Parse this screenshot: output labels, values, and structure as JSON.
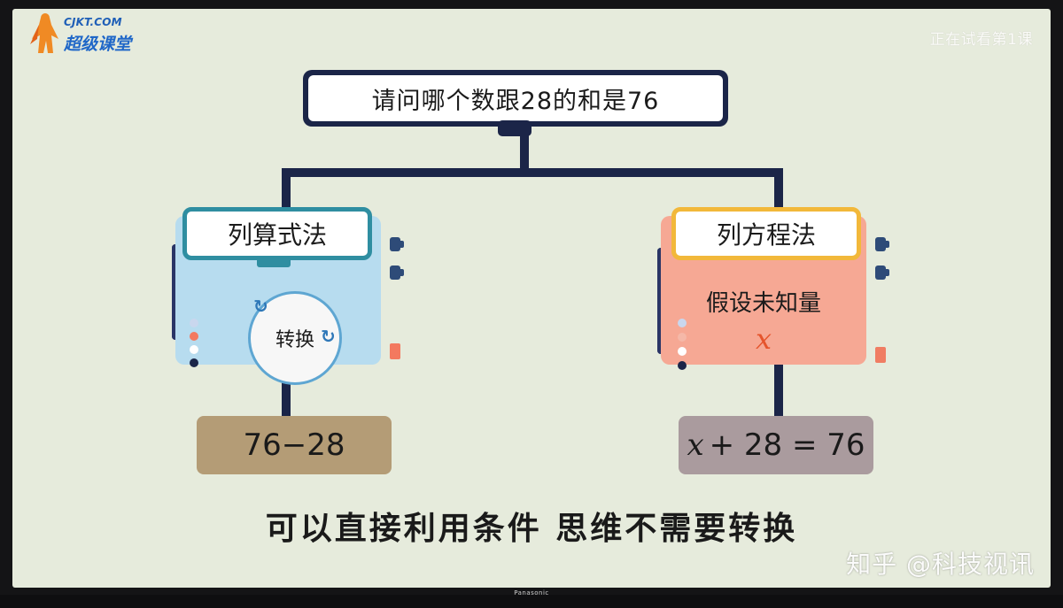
{
  "logo": {
    "site": "CJKT.COM",
    "brand": "超级课堂"
  },
  "trial_label": "正在试看第1课",
  "question": "请问哪个数跟28的和是76",
  "left_method": {
    "title": "列算式法",
    "center_label": "转换",
    "result": "76−28"
  },
  "right_method": {
    "title": "列方程法",
    "assume_label": "假设未知量",
    "variable": "x",
    "result_rest": "+ 28 = 76"
  },
  "subtitle": "可以直接利用条件  思维不需要转换",
  "watermark": "知乎 @科技视讯",
  "tv_brand": "Panasonic",
  "colors": {
    "screen_bg": "#e6ebdc",
    "navy": "#1b2548",
    "left_panel": "#b7dcef",
    "left_border": "#2f8ea1",
    "right_panel": "#f6a894",
    "right_border": "#f2b83a",
    "variable_color": "#e5542c",
    "left_result": "#b49c76",
    "right_result": "#aa9b9e"
  }
}
